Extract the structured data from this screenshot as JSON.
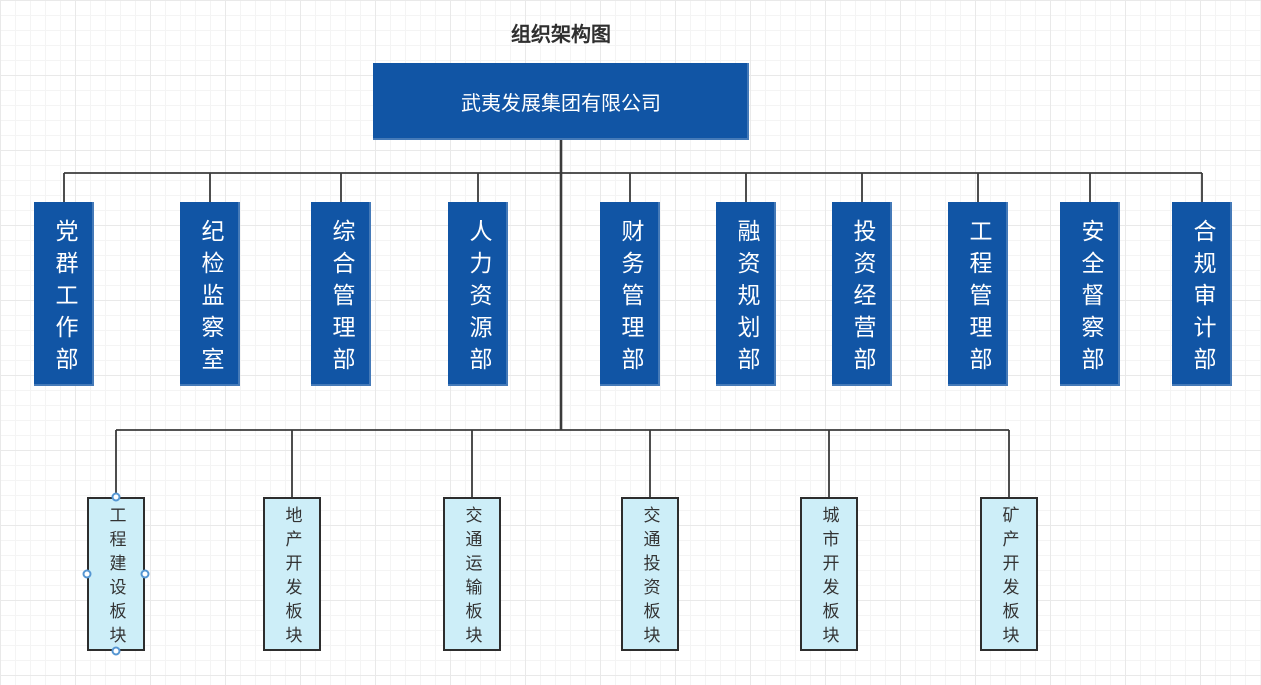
{
  "title": "组织架构图",
  "root": {
    "label": "武夷发展集团有限公司"
  },
  "departments": [
    {
      "label": "党群工作部"
    },
    {
      "label": "纪检监察室"
    },
    {
      "label": "综合管理部"
    },
    {
      "label": "人力资源部"
    },
    {
      "label": "财务管理部"
    },
    {
      "label": "融资规划部"
    },
    {
      "label": "投资经营部"
    },
    {
      "label": "工程管理部"
    },
    {
      "label": "安全督察部"
    },
    {
      "label": "合规审计部"
    }
  ],
  "sectors": [
    {
      "label": "工程建设板块",
      "selected": true
    },
    {
      "label": "地产开发板块",
      "selected": false
    },
    {
      "label": "交通运输板块",
      "selected": false
    },
    {
      "label": "交通投资板块",
      "selected": false
    },
    {
      "label": "城市开发板块",
      "selected": false
    },
    {
      "label": "矿产开发板块",
      "selected": false
    }
  ],
  "colors": {
    "node_fill": "#1155a5",
    "node_text": "#ffffff",
    "sector_fill": "#cdeef8",
    "sector_border": "#2d2d2d",
    "sector_text": "#333333",
    "connector": "#3b3b3b",
    "handle_ring": "#5596d2",
    "title_text": "#2f2f2f"
  }
}
